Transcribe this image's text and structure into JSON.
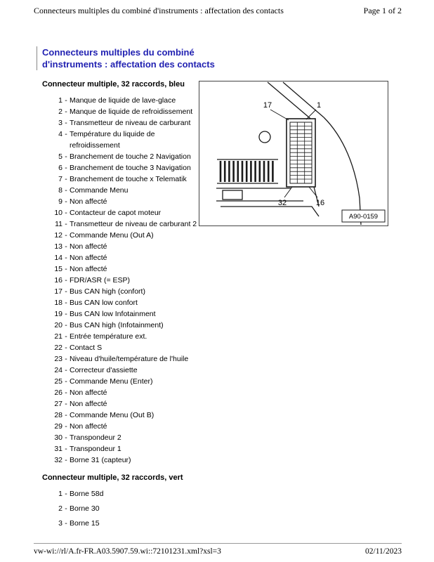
{
  "colors": {
    "title_blue": "#2222b2"
  },
  "header": {
    "doc_title": "Connecteurs multiples du combiné d'instruments : affectation des contacts",
    "page_indicator": "Page 1 of 2"
  },
  "footer": {
    "source_uri": "vw-wi://rl/A.fr-FR.A03.5907.59.wi::72101231.xml?xsl=3",
    "date": "02/11/2023"
  },
  "document": {
    "title": "Connecteurs multiples du combiné d'instruments : affectation des contacts",
    "separator": "-",
    "sections": [
      {
        "heading": "Connecteur multiple, 32 raccords, bleu",
        "pins": [
          {
            "num": "1",
            "label": "Manque de liquide de lave-glace"
          },
          {
            "num": "2",
            "label": "Manque de liquide de refroidissement"
          },
          {
            "num": "3",
            "label": "Transmetteur de niveau de carburant"
          },
          {
            "num": "4",
            "label": "Température du liquide de refroidissement"
          },
          {
            "num": "5",
            "label": "Branchement de touche 2 Navigation"
          },
          {
            "num": "6",
            "label": "Branchement de touche 3 Navigation"
          },
          {
            "num": "7",
            "label": "Branchement de touche x Telematik"
          },
          {
            "num": "8",
            "label": "Commande Menu"
          },
          {
            "num": "9",
            "label": "Non affecté"
          },
          {
            "num": "10",
            "label": "Contacteur de capot moteur"
          },
          {
            "num": "11",
            "label": "Transmetteur de niveau de carburant 2"
          },
          {
            "num": "12",
            "label": "Commande Menu (Out A)"
          },
          {
            "num": "13",
            "label": "Non affecté"
          },
          {
            "num": "14",
            "label": "Non affecté"
          },
          {
            "num": "15",
            "label": "Non affecté"
          },
          {
            "num": "16",
            "label": "FDR/ASR (= ESP)"
          },
          {
            "num": "17",
            "label": "Bus CAN high (confort)"
          },
          {
            "num": "18",
            "label": "Bus CAN low confort"
          },
          {
            "num": "19",
            "label": "Bus CAN low Infotainment"
          },
          {
            "num": "20",
            "label": "Bus CAN high (Infotainment)"
          },
          {
            "num": "21",
            "label": "Entrée température ext."
          },
          {
            "num": "22",
            "label": "Contact S"
          },
          {
            "num": "23",
            "label": "Niveau d'huile/température de l'huile"
          },
          {
            "num": "24",
            "label": "Correcteur d'assiette"
          },
          {
            "num": "25",
            "label": "Commande Menu (Enter)"
          },
          {
            "num": "26",
            "label": "Non affecté"
          },
          {
            "num": "27",
            "label": "Non affecté"
          },
          {
            "num": "28",
            "label": "Commande Menu (Out B)"
          },
          {
            "num": "29",
            "label": "Non affecté"
          },
          {
            "num": "30",
            "label": "Transpondeur 2"
          },
          {
            "num": "31",
            "label": "Transpondeur 1"
          },
          {
            "num": "32",
            "label": "Borne 31 (capteur)"
          }
        ]
      },
      {
        "heading": "Connecteur multiple, 32 raccords, vert",
        "pins": [
          {
            "num": "1",
            "label": "Borne 58d"
          },
          {
            "num": "2",
            "label": "Borne 30"
          },
          {
            "num": "3",
            "label": "Borne 15"
          }
        ]
      }
    ],
    "figure": {
      "callout_top_left": "17",
      "callout_top_right": "1",
      "callout_bottom_left": "32",
      "callout_bottom_right": "16",
      "reference": "A90-0159"
    }
  }
}
